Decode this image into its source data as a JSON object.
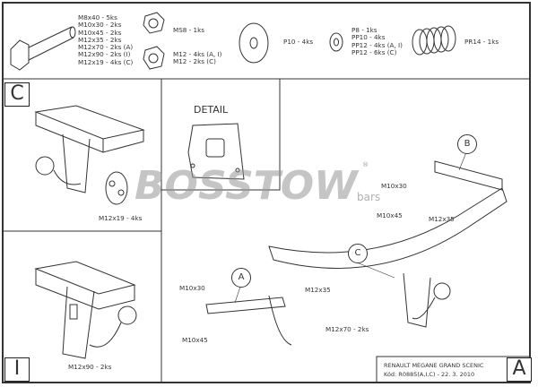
{
  "parts": {
    "bolts": [
      "M8x40 - 5ks",
      "M10x30 - 2ks",
      "M10x45 - 2ks",
      "M12x35 - 2ks",
      "M12x70 - 2ks (A)",
      "M12x90 - 2ks (I)",
      "M12x19 - 4ks (C)"
    ],
    "nut_ms8": "MS8 - 1ks",
    "nuts_m12": [
      "M12 - 4ks (A, I)",
      "M12 - 2ks (C)"
    ],
    "washer_p10": "P10 - 4ks",
    "washers": [
      "P8 - 1ks",
      "PP10 - 4ks",
      "PP12 - 4ks (A, I)",
      "PP12 - 6ks (C)"
    ],
    "spring": "PR14 - 1ks"
  },
  "panels": {
    "c_letter": "C",
    "c_callout": "M12x19 - 4ks",
    "i_letter": "I",
    "i_callout": "M12x90 - 2ks",
    "detail_title": "DETAIL"
  },
  "main": {
    "callout_b": "B",
    "callout_c": "C",
    "callout_a": "A",
    "labels": {
      "m10x30_right": "M10x30",
      "m10x45_right": "M10x45",
      "m12x35_right": "M12x35",
      "m10x30_left": "M10x30",
      "m12x35_left": "M12x35",
      "m10x45_left": "M10x45",
      "m12x70": "M12x70 - 2ks"
    }
  },
  "watermark": {
    "brand": "BOSSTOW",
    "sub": "bars",
    "reg": "®"
  },
  "title_block": {
    "model": "RENAULT MEGANE GRAND SCENIC",
    "code": "Kód: R0885(A,I,C) - 22. 3. 2010",
    "sheet_letter": "A"
  }
}
